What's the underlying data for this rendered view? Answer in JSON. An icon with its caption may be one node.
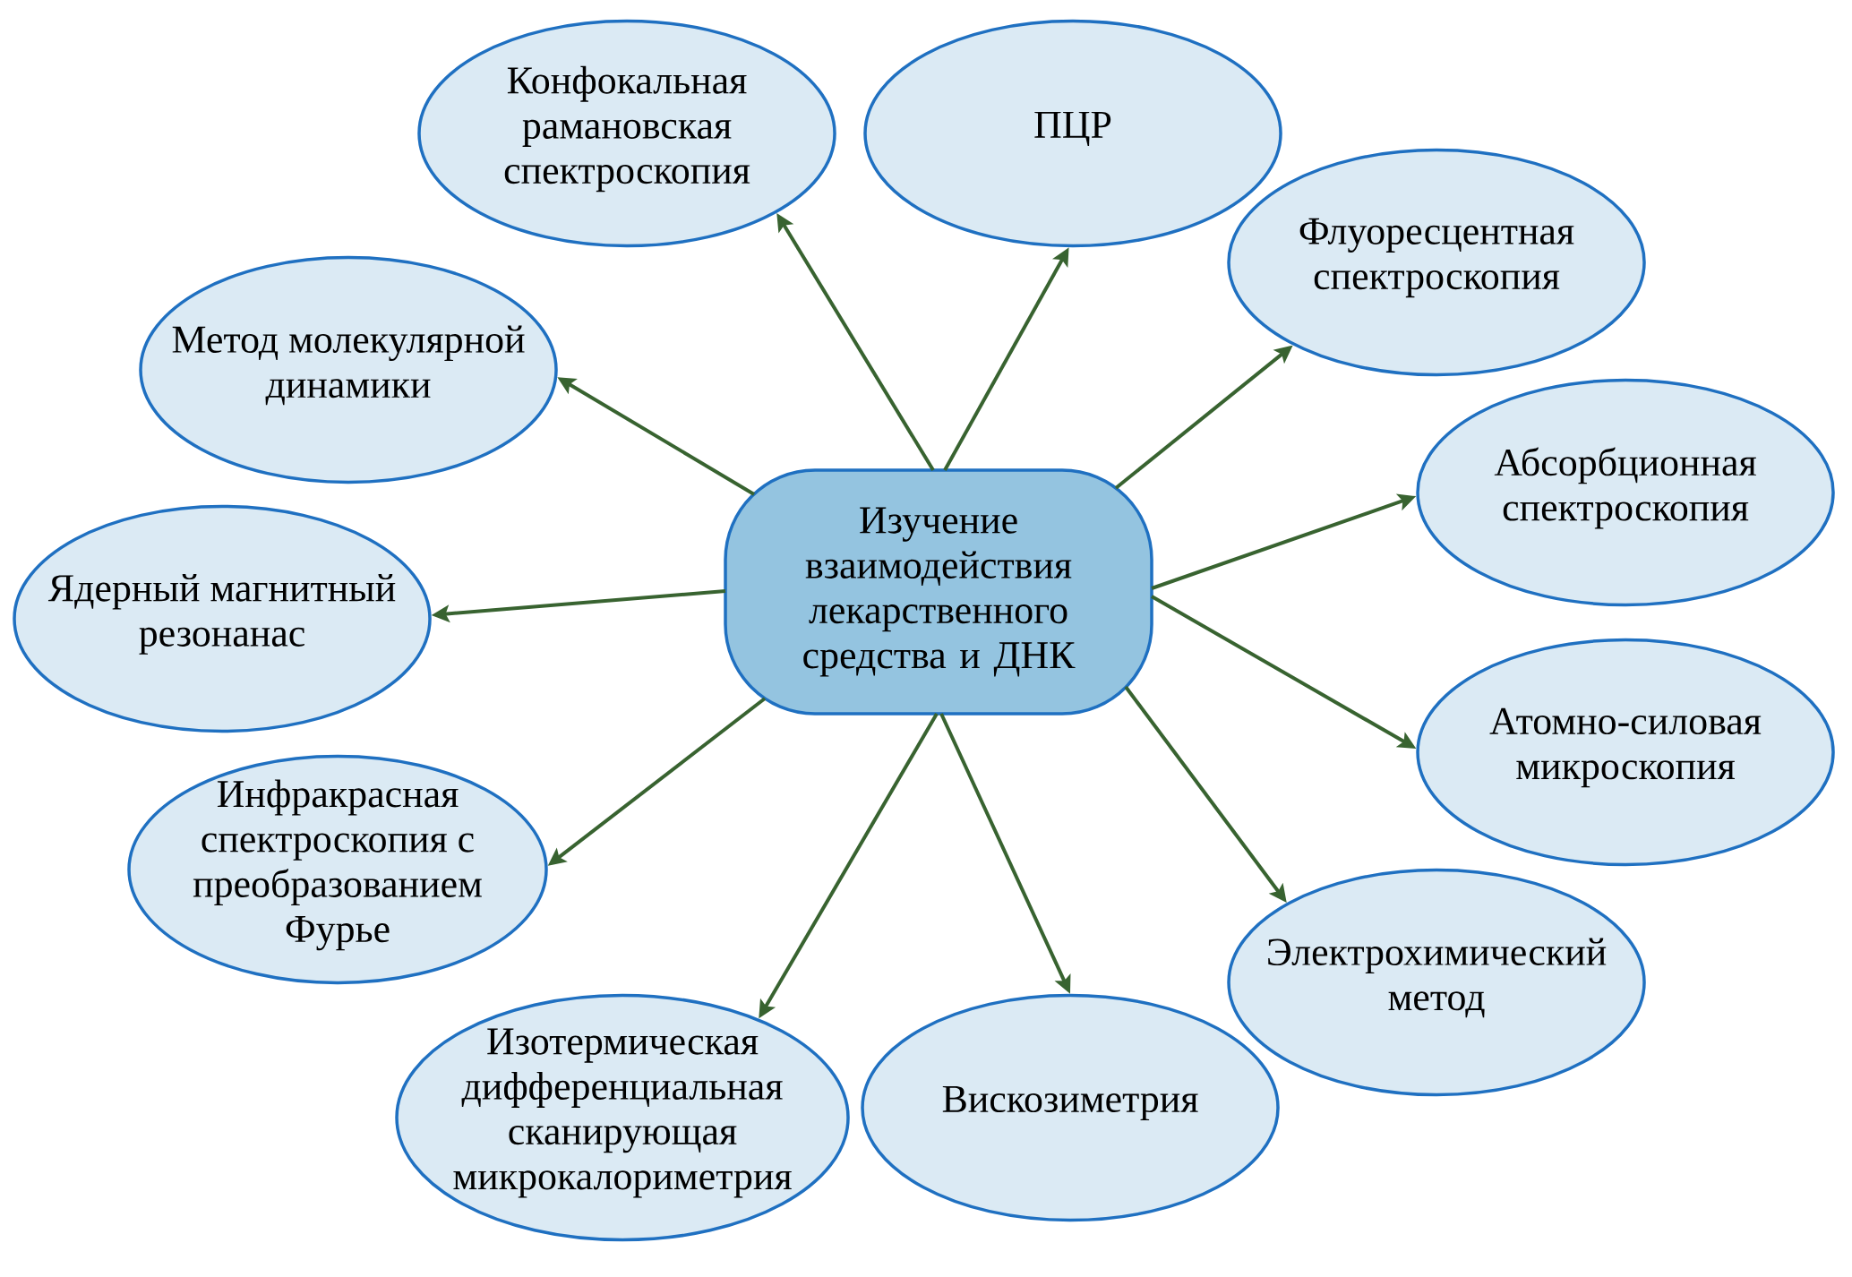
{
  "diagram": {
    "nodes": [
      {
        "text": [
          "Изучение взаимодействия лекарственного средства и ДНК"
        ]
      },
      {
        "text": [
          "Конфокальная рамановская спектроскопия"
        ]
      },
      {
        "text": [
          "ПЦР"
        ]
      },
      {
        "text": [
          "Флуоресцентная спектроскопия"
        ]
      },
      {
        "text": [
          "Абсорбционная спектроскопия"
        ]
      },
      {
        "text": [
          "Атомно-силовая микроскопия"
        ]
      },
      {
        "text": [
          "Электрохимический метод"
        ]
      },
      {
        "text": [
          "Вискозиметрия"
        ]
      },
      {
        "text": [
          "Изотермическая дифференциальная сканирующая микрокалориметрия"
        ]
      },
      {
        "text": [
          "Инфракрасная спектроскопия с преобразованием Фурье"
        ]
      },
      {
        "text": [
          "Ядерный магнитный резонанас"
        ]
      },
      {
        "text": [
          "Метод молекулярной динамики"
        ]
      }
    ],
    "edges": [
      {
        "from": 0,
        "to": 1,
        "arrow": "to"
      },
      {
        "from": 0,
        "to": 2,
        "arrow": "to"
      },
      {
        "from": 0,
        "to": 3,
        "arrow": "to"
      },
      {
        "from": 0,
        "to": 4,
        "arrow": "to"
      },
      {
        "from": 0,
        "to": 5,
        "arrow": "to"
      },
      {
        "from": 0,
        "to": 6,
        "arrow": "to"
      },
      {
        "from": 0,
        "to": 7,
        "arrow": "to"
      },
      {
        "from": 0,
        "to": 8,
        "arrow": "to"
      },
      {
        "from": 0,
        "to": 9,
        "arrow": "to"
      },
      {
        "from": 0,
        "to": 10,
        "arrow": "to"
      },
      {
        "from": 0,
        "to": 11,
        "arrow": "to"
      }
    ]
  }
}
